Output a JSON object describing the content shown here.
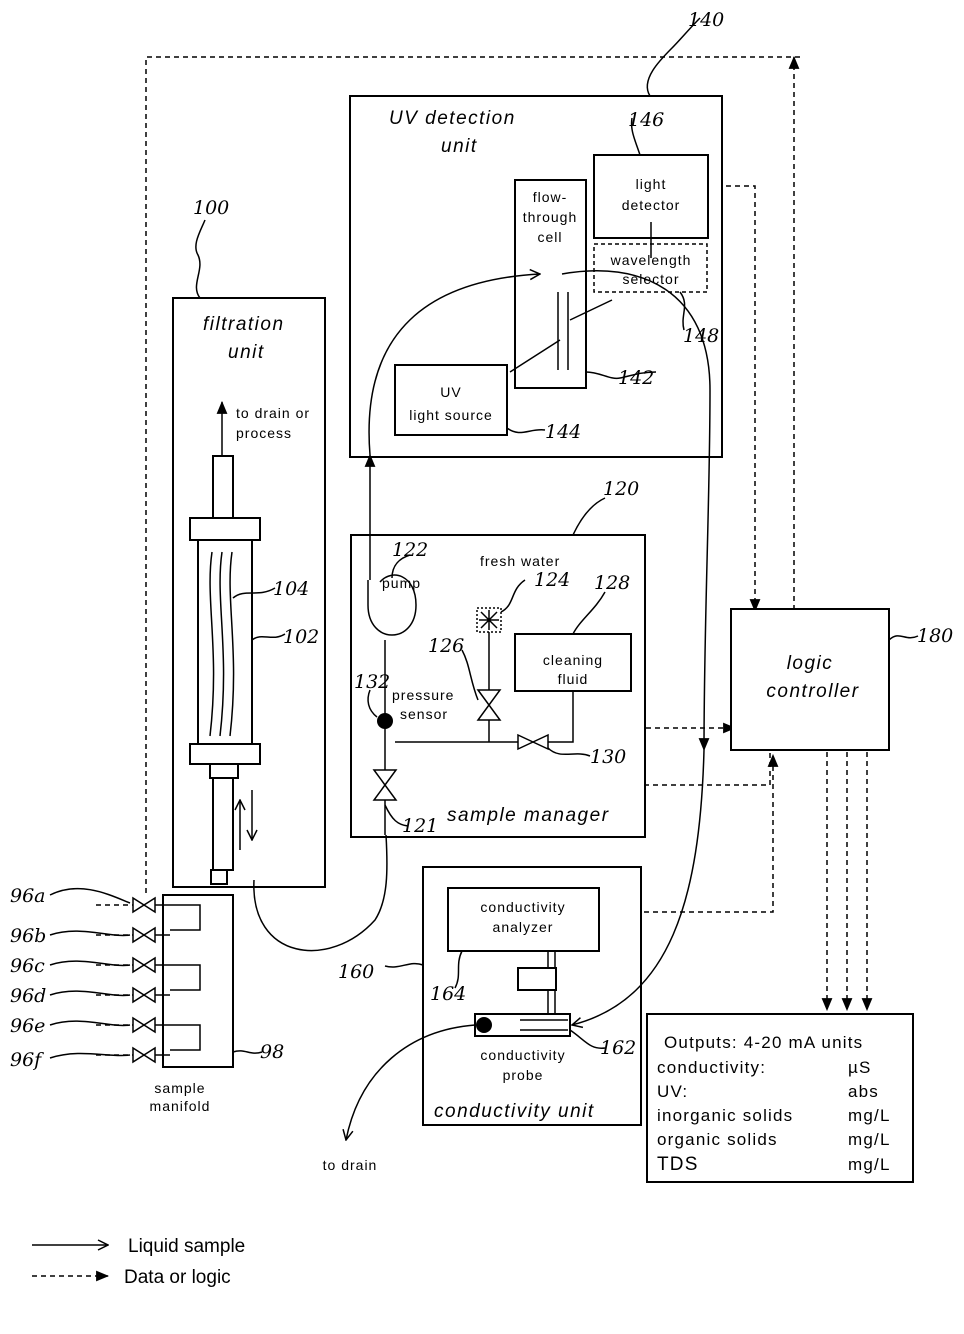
{
  "units": {
    "uv": {
      "title_line1": "UV detection",
      "title_line2": "unit",
      "ref": "140"
    },
    "filtration": {
      "title_line1": "filtration",
      "title_line2": "unit",
      "ref": "100"
    },
    "sample_manager": {
      "title": "sample manager",
      "ref": "120"
    },
    "conductivity": {
      "title": "conductivity unit",
      "ref": "160"
    },
    "logic": {
      "title_line1": "logic",
      "title_line2": "controller",
      "ref": "180"
    }
  },
  "components": {
    "light_detector": {
      "line1": "light",
      "line2": "detector",
      "ref": "146"
    },
    "wavelength_selector": {
      "line1": "wavelength",
      "line2": "selector",
      "ref": "148"
    },
    "flow_cell": {
      "line1": "flow-",
      "line2": "through",
      "line3": "cell",
      "ref": "142"
    },
    "uv_source": {
      "line1": "UV",
      "line2": "light source",
      "ref": "144"
    },
    "drain_process": {
      "line1": "to drain or",
      "line2": "process"
    },
    "filter_cartridge_ref": "102",
    "filter_fibers_ref": "104",
    "pump": {
      "label": "pump",
      "ref": "122"
    },
    "fresh_water": {
      "label": "fresh water",
      "ref": "124"
    },
    "cleaning_fluid": {
      "line1": "cleaning",
      "line2": "fluid",
      "ref": "128"
    },
    "valve_126_ref": "126",
    "valve_130_ref": "130",
    "valve_121_ref": "121",
    "pressure_sensor": {
      "line1": "pressure",
      "line2": "sensor",
      "ref": "132"
    },
    "conductivity_analyzer": {
      "line1": "conductivity",
      "line2": "analyzer",
      "ref": "164"
    },
    "conductivity_probe": {
      "line1": "conductivity",
      "line2": "probe",
      "ref": "162"
    },
    "to_drain": "to drain",
    "sample_manifold": {
      "line1": "sample",
      "line2": "manifold",
      "ref": "98"
    },
    "inlets": [
      "96a",
      "96b",
      "96c",
      "96d",
      "96e",
      "96f"
    ]
  },
  "outputs": {
    "header": "Outputs: 4-20 mA units",
    "rows": [
      {
        "name": "conductivity:",
        "unit": "µS"
      },
      {
        "name": "UV:",
        "unit": "abs"
      },
      {
        "name": "inorganic solids",
        "unit": "mg/L"
      },
      {
        "name": "organic solids",
        "unit": "mg/L"
      },
      {
        "name": "TDS",
        "unit": "mg/L"
      }
    ]
  },
  "legend": [
    {
      "style": "solid",
      "label": "Liquid sample"
    },
    {
      "style": "dashed",
      "label": "Data or logic"
    }
  ]
}
